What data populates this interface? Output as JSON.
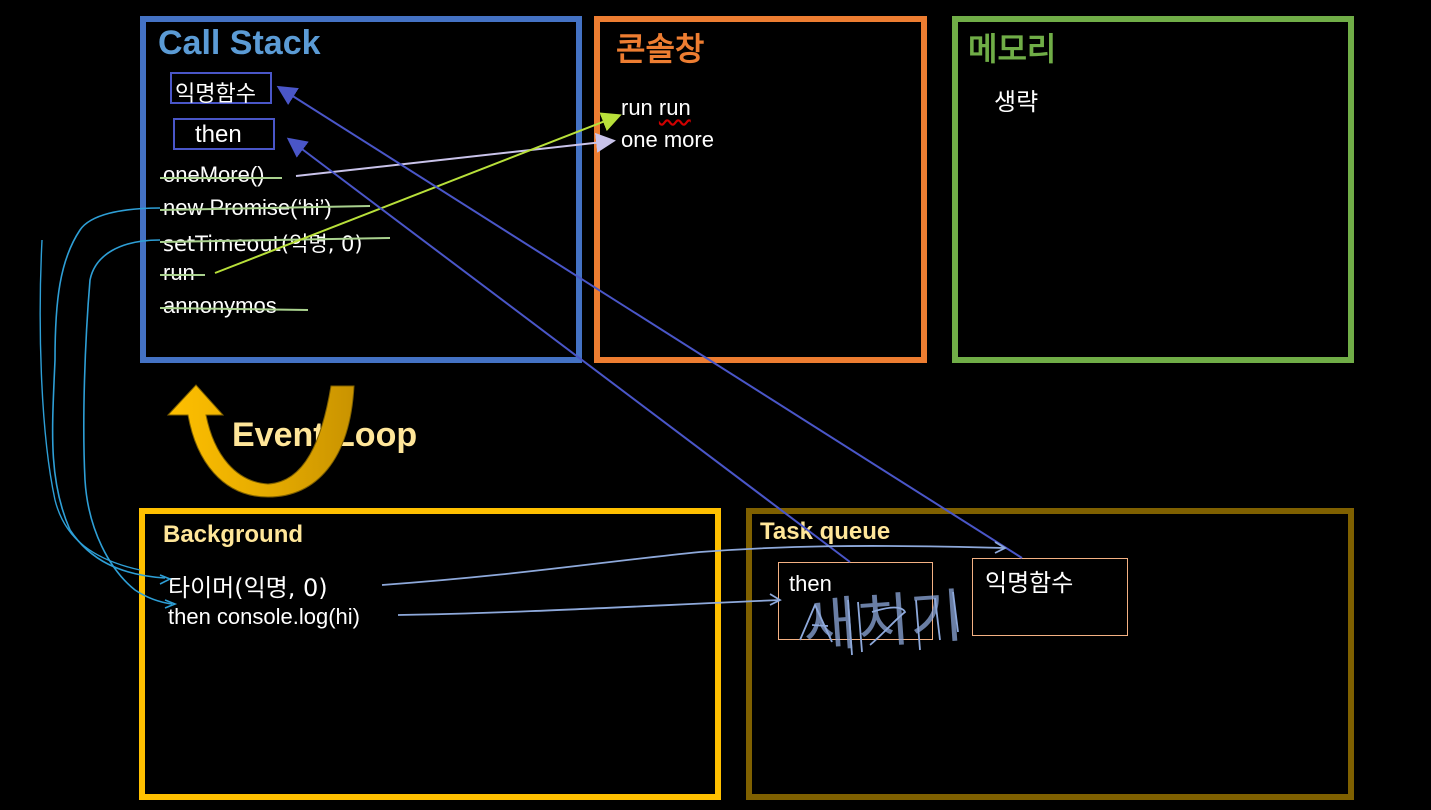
{
  "callstack": {
    "title": "Call Stack",
    "frame1": "익명함수",
    "frame2": "then",
    "items": [
      "oneMore()",
      "new Promise(‘hi’)",
      "setTimeout(익명, 0)",
      "run",
      "annonymos"
    ]
  },
  "console": {
    "title": "콘솔창",
    "line1_a": "run ",
    "line1_b": "run",
    "line2": "one more"
  },
  "memory": {
    "title": "메모리",
    "note": "생략"
  },
  "event_loop": {
    "label": "Event Loop"
  },
  "background": {
    "title": "Background",
    "item1": "타이머(익명, 0)",
    "item2": "then console.log(hi)"
  },
  "taskqueue": {
    "title": "Task queue",
    "item1": "then",
    "item2": "익명함수",
    "scribble": "새치기"
  },
  "colors": {
    "callstack": "#4472c4",
    "console": "#ed7d31",
    "memory": "#70ad47",
    "background": "#ffc000",
    "taskqueue": "#7f6000",
    "eventloop": "#ffc000"
  }
}
